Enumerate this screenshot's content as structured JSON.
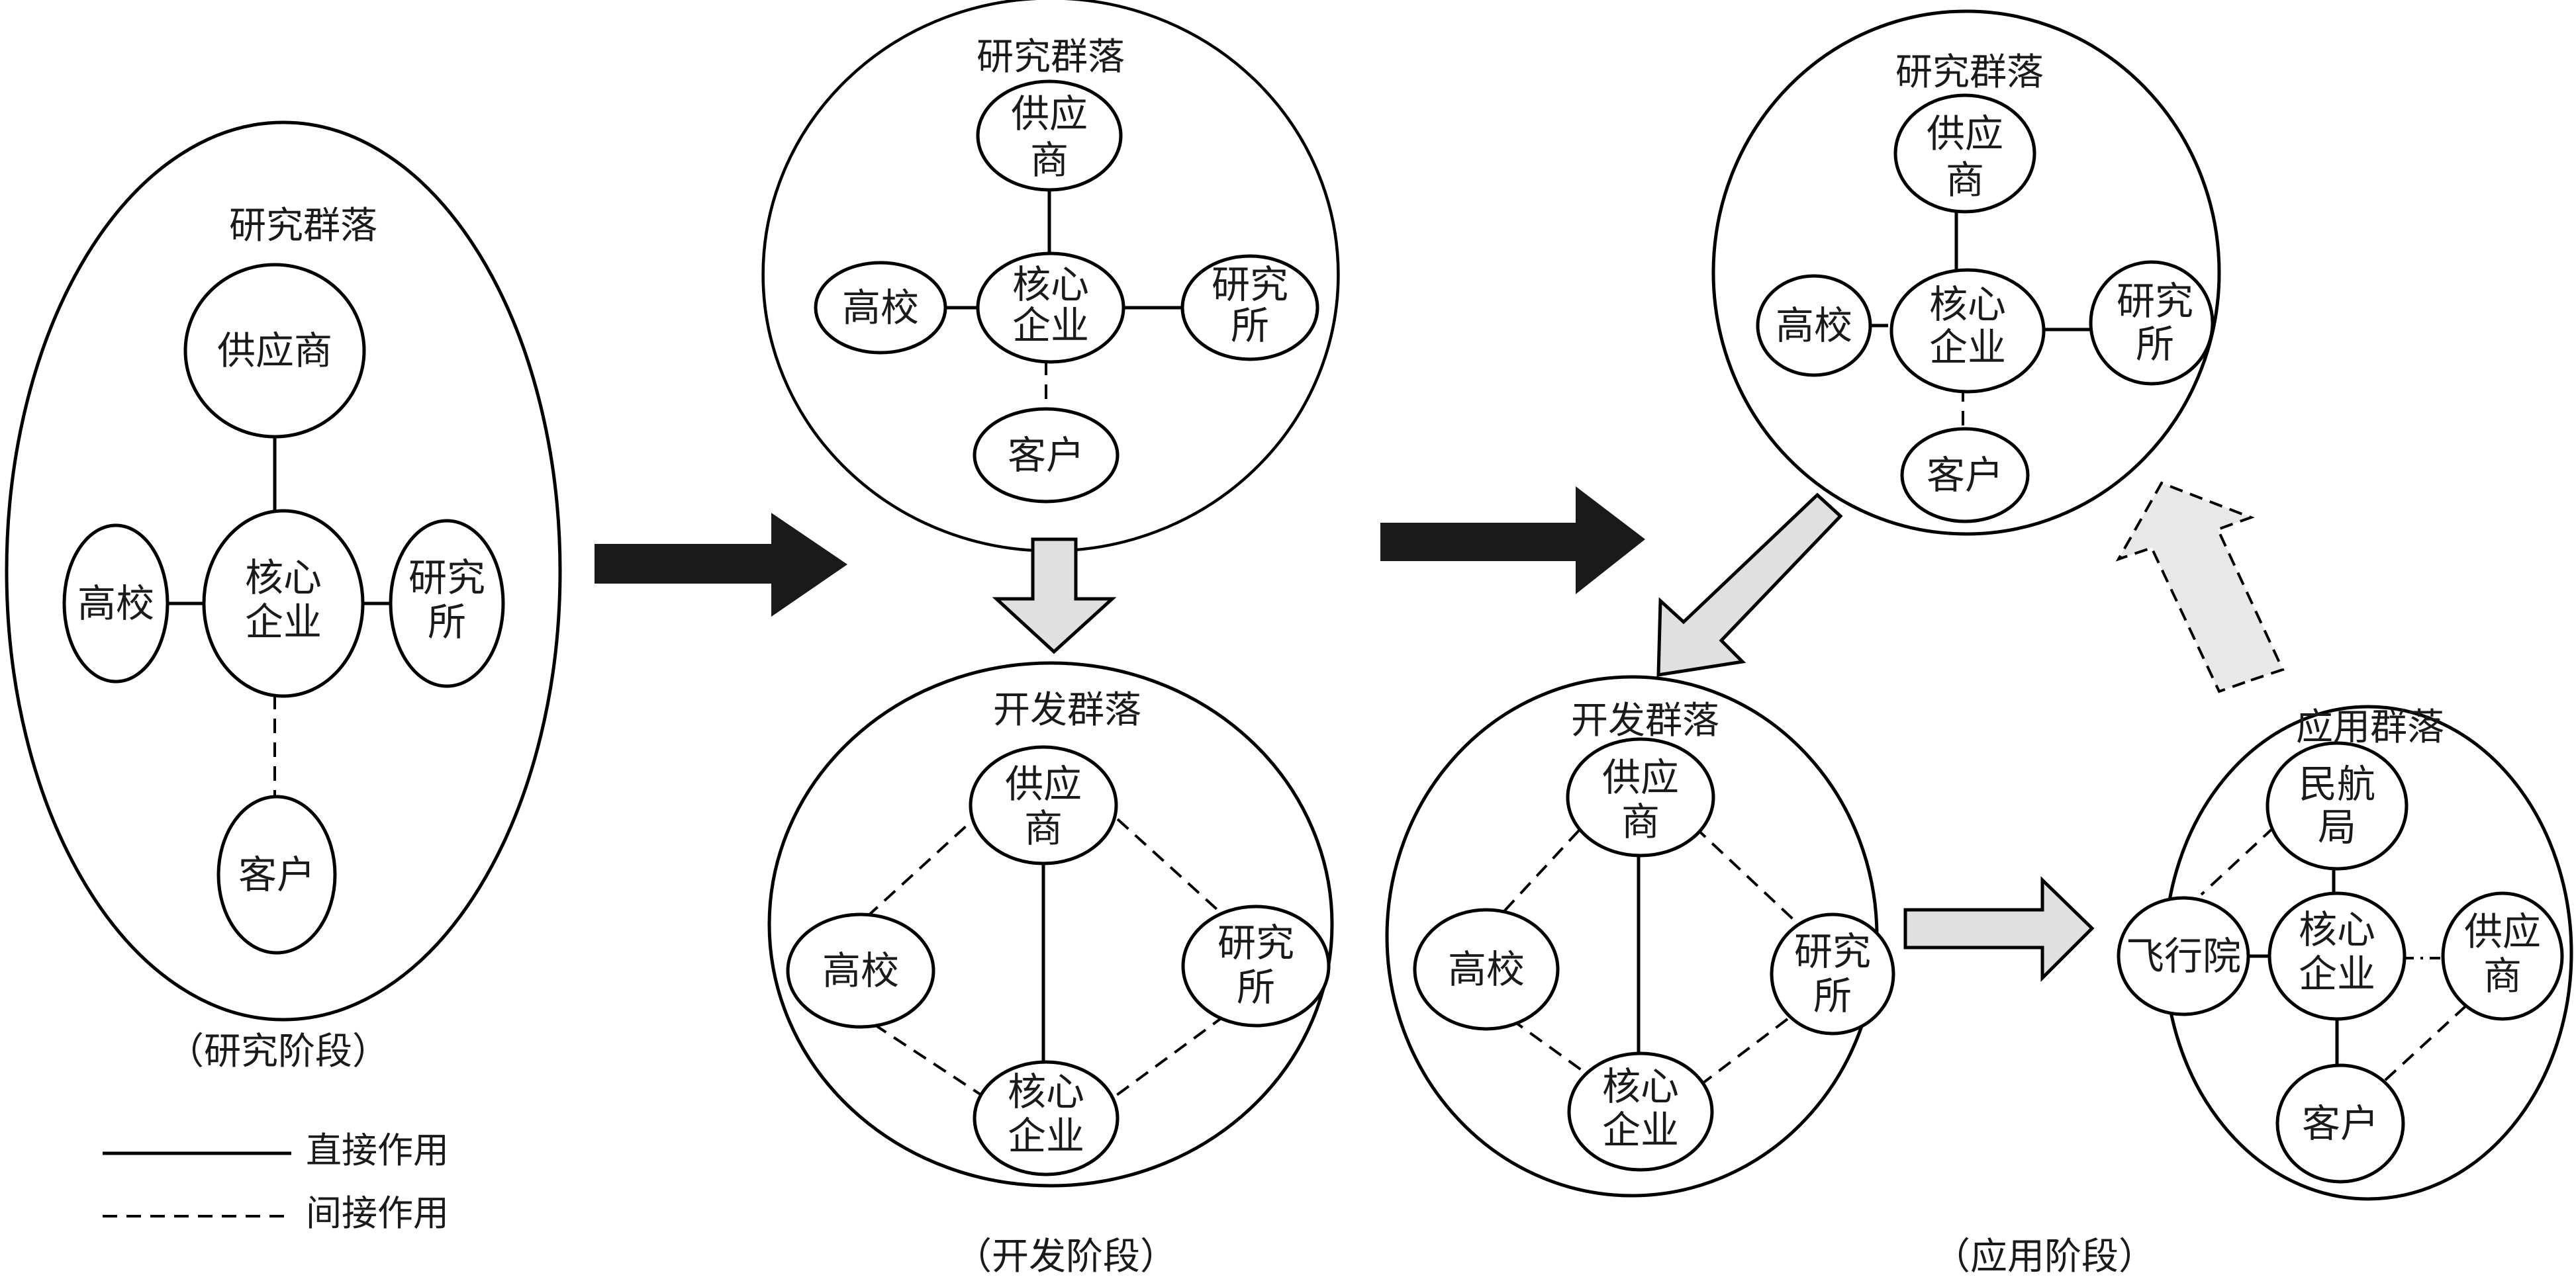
{
  "labels": {
    "research_cluster": "研究群落",
    "dev_cluster": "开发群落",
    "app_cluster": "应用群落",
    "supplier": "供应商",
    "supplier_l1": "供应",
    "supplier_l2": "商",
    "university": "高校",
    "institute_l1": "研究",
    "institute_l2": "所",
    "core_l1": "核心",
    "core_l2": "企业",
    "customer": "客户",
    "caac_l1": "民航",
    "caac_l2": "局",
    "flight_academy": "飞行院",
    "stage_research": "（研究阶段）",
    "stage_dev": "（开发阶段）",
    "stage_app": "（应用阶段）"
  },
  "legend": {
    "direct": "直接作用",
    "indirect": "间接作用"
  }
}
